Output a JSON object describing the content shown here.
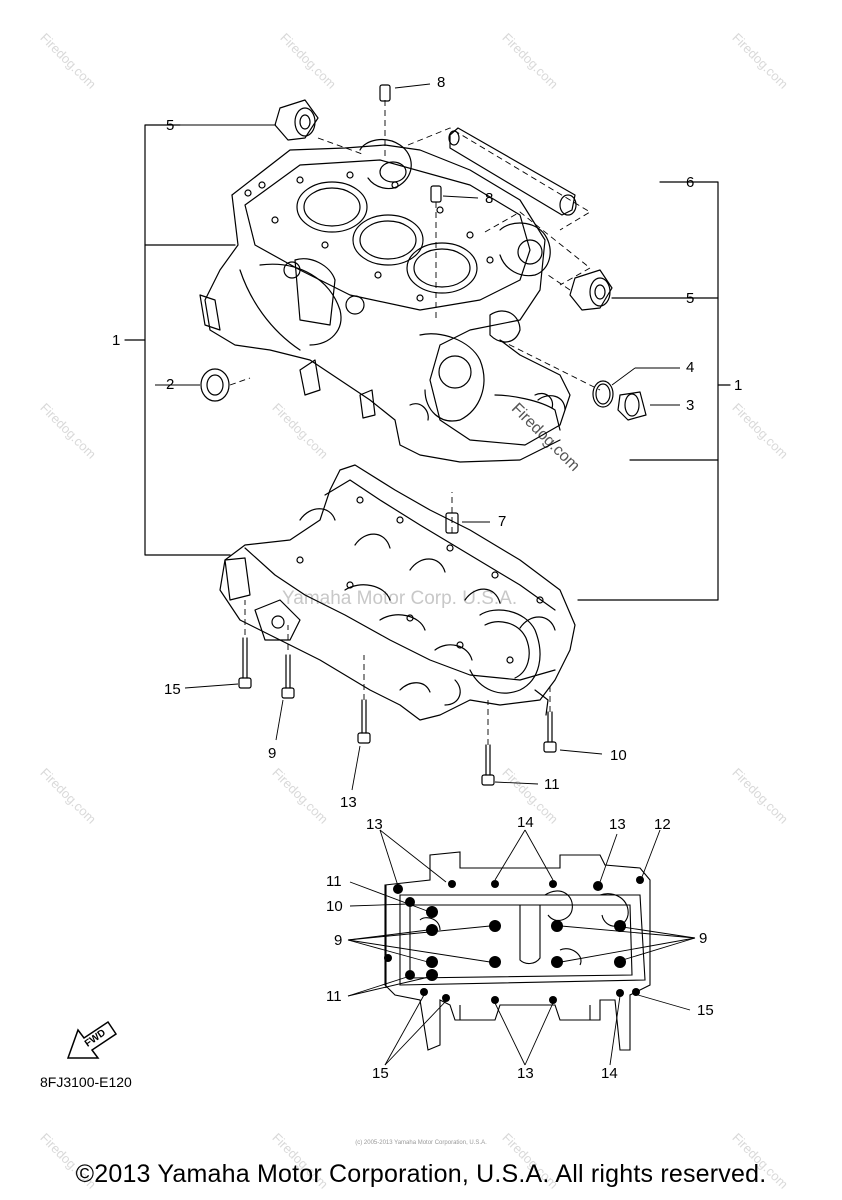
{
  "watermark": {
    "site": "Firedog.com",
    "center_text": "Yamaha Motor Corp. U.S.A.",
    "tiny_copyright": "(c) 2005-2013 Yamaha Motor Corporation, U.S.A."
  },
  "callouts": {
    "c1a": "1",
    "c1b": "1",
    "c2": "2",
    "c3": "3",
    "c4": "4",
    "c5a": "5",
    "c5b": "5",
    "c6": "6",
    "c7": "7",
    "c8a": "8",
    "c8b": "8",
    "c9": "9",
    "c10": "10",
    "c11": "11",
    "c13": "13",
    "c15": "15"
  },
  "bolt_map_callouts": {
    "m13a": "13",
    "m14a": "14",
    "m13b": "13",
    "m12": "12",
    "m11a": "11",
    "m10": "10",
    "m9a": "9",
    "m9b": "9",
    "m11b": "11",
    "m15a": "15",
    "m15b": "15",
    "m13c": "13",
    "m14b": "14"
  },
  "fwd_label": "FWD",
  "catalog_code": "8FJ3100-E120",
  "copyright": "©2013 Yamaha Motor Corporation, U.S.A. All rights reserved."
}
